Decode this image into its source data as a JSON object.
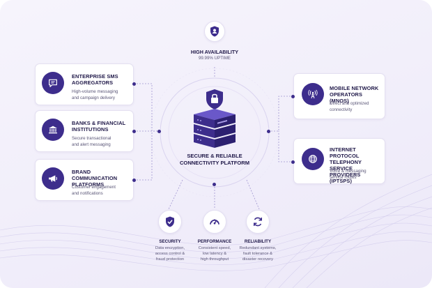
{
  "top": {
    "title": "HIGH AVAILABILITY",
    "subtitle": "99.99% UPTIME"
  },
  "center": {
    "line1": "SECURE & RELIABLE",
    "line2": "CONNECTIVITY PLATFORM"
  },
  "left_cards": [
    {
      "title1": "ENTERPRISE SMS",
      "title2": "AGGREGATORS",
      "desc1": "High-volume messaging",
      "desc2": "and campaign delivery",
      "icon": "message-icon"
    },
    {
      "title1": "BANKS & FINANCIAL",
      "title2": "INSTITUTIONS",
      "desc1": "Secure transactional",
      "desc2": "and alert messaging",
      "icon": "bank-icon"
    },
    {
      "title1": "BRAND COMMUNICATION",
      "title2": "PLATFORMS",
      "desc1": "Customer engagement",
      "desc2": "and notifications",
      "icon": "megaphone-icon"
    }
  ],
  "right_cards": [
    {
      "title1": "MOBILE NETWORK",
      "title2": "OPERATORS (MNOS)",
      "title3": "",
      "desc1": "Direct and optimized",
      "desc2": "connectivity",
      "icon": "antenna-icon"
    },
    {
      "title1": "INTERNET PROTOCOL",
      "title2": "TELEPHONY SERVICE",
      "title3": "PROVIDERS (IPTSPS)",
      "desc1": "Voice & messaging",
      "desc2": "service routes",
      "icon": "globe-icon"
    }
  ],
  "pillars": [
    {
      "title": "SECURITY",
      "d1": "Data encryption,",
      "d2": "access control &",
      "d3": "fraud protection",
      "icon": "shield-check-icon"
    },
    {
      "title": "PERFORMANCE",
      "d1": "Consistent speed,",
      "d2": "low latency &",
      "d3": "high throughput",
      "icon": "speedometer-icon"
    },
    {
      "title": "RELIABILITY",
      "d1": "Redundant systems,",
      "d2": "fault tolerance &",
      "d3": "disaster recovery",
      "icon": "refresh-icon"
    }
  ],
  "colors": {
    "primary": "#3d2d8c",
    "accent": "#6a58c9",
    "text": "#1f1848",
    "muted": "#5a5677"
  }
}
